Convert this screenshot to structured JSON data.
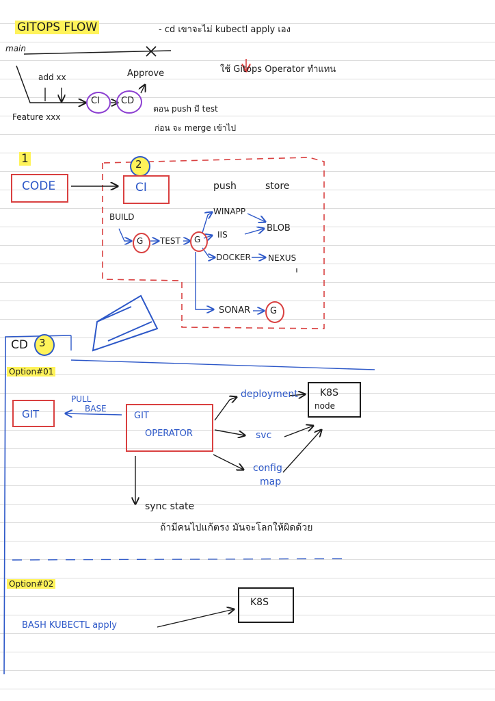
{
  "gitops_header": {
    "title": "GITOPS FLOW",
    "note_cd": "- cd เขาจะไม่ kubectl apply เอง",
    "note_operator": "ใช้ Gitops Operator ทำแทน",
    "branch_main": "main",
    "branch_feature": "Feature xxx",
    "add_label": "add xx",
    "approve": "Approve",
    "ci": "CI",
    "cd": "CD",
    "note_test_1": "ตอน push มี test",
    "note_test_2": "ก่อน จะ merge เข้าไป"
  },
  "section1": {
    "step1": "1",
    "step2": "2",
    "code": "CODE",
    "ci": "CI",
    "push": "push",
    "store": "store",
    "build": "BUILD",
    "test": "TEST",
    "winapp": "WINAPP",
    "iis": "IIS",
    "docker": "DOCKER",
    "blob": "BLOB",
    "nexus": "NEXUS",
    "sonar": "SONAR",
    "g": "G"
  },
  "cd_section": {
    "cd": "CD",
    "step3": "3",
    "option1": "Option#01",
    "git": "GIT",
    "pull_1": "PULL",
    "pull_2": "BASE",
    "operator_1": "GIT",
    "operator_2": "OPERATOR",
    "deployment": "deployment",
    "svc": "svc",
    "config_1": "config",
    "config_2": "map",
    "k8s": "K8S",
    "node": "node",
    "sync": "sync state",
    "sync_note": "ถ้ามีคนไปแก้ตรง มันจะโลกให้ผิดด้วย",
    "option2": "Option#02",
    "bash": "BASH KUBECTL apply",
    "k8s2": "K8S"
  },
  "colors": {
    "ink": "#1c1c1c",
    "blue": "#2d58c8",
    "red": "#d94040",
    "purple": "#8c3fd1",
    "highlight": "#fff35a"
  }
}
